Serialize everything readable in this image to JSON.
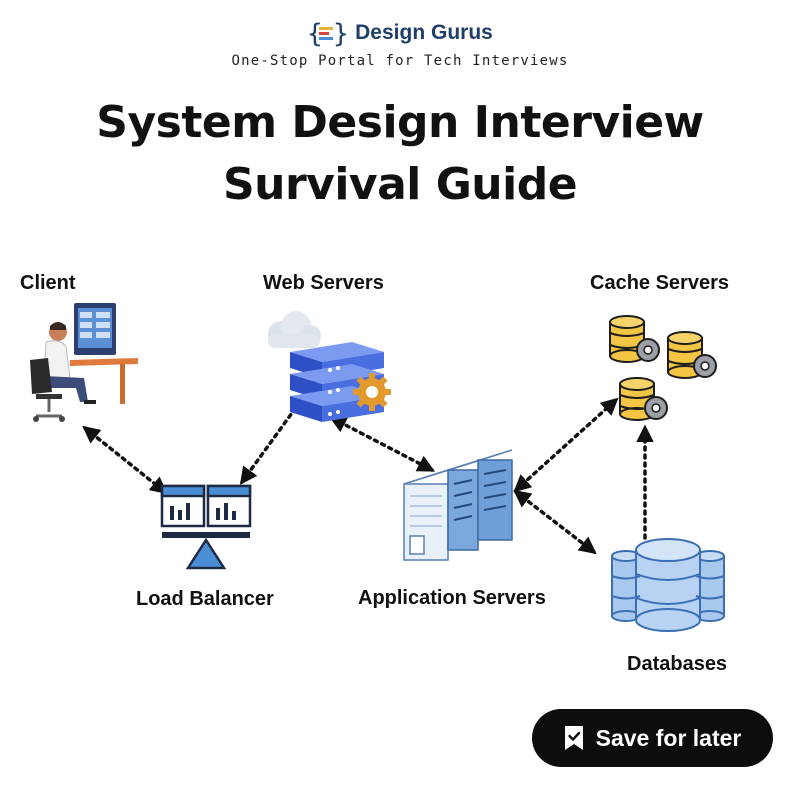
{
  "header": {
    "brand_name": "Design Gurus",
    "tagline": "One-Stop Portal for Tech Interviews",
    "title_line1": "System Design Interview",
    "title_line2": "Survival Guide"
  },
  "nodes": {
    "client": "Client",
    "web_servers": "Web Servers",
    "cache_servers": "Cache Servers",
    "load_balancer": "Load Balancer",
    "application_servers": "Application Servers",
    "databases": "Databases"
  },
  "save_button": {
    "label": "Save for later"
  },
  "colors": {
    "brand_blue": "#1f3e68",
    "server_blue": "#4a6ee0",
    "cache_gold": "#f4c542",
    "db_blue": "#a9c8ee"
  }
}
